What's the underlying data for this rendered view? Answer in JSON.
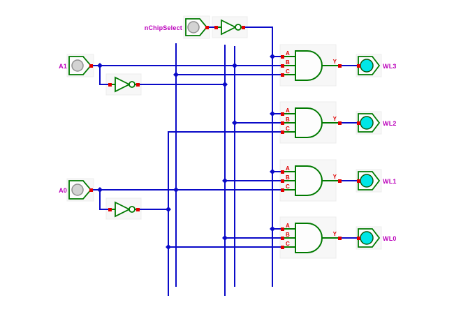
{
  "colors": {
    "wire": "#0a0ac8",
    "component_green": "#007a00",
    "pin_red": "#e10000",
    "label_magenta": "#bb00bb",
    "led_cyan": "#00e6e6",
    "button_gray": "#d3d3d3",
    "canvas": "#ffffff"
  },
  "schematic": {
    "enable_input": {
      "label": "nChipSelect"
    },
    "inputs": [
      {
        "label": "A1"
      },
      {
        "label": "A0"
      }
    ],
    "gate_pin_labels": {
      "a": "A",
      "b": "B",
      "c": "C",
      "y": "Y"
    },
    "outputs": [
      {
        "label": "WL3"
      },
      {
        "label": "WL2"
      },
      {
        "label": "WL1"
      },
      {
        "label": "WL0"
      }
    ]
  }
}
